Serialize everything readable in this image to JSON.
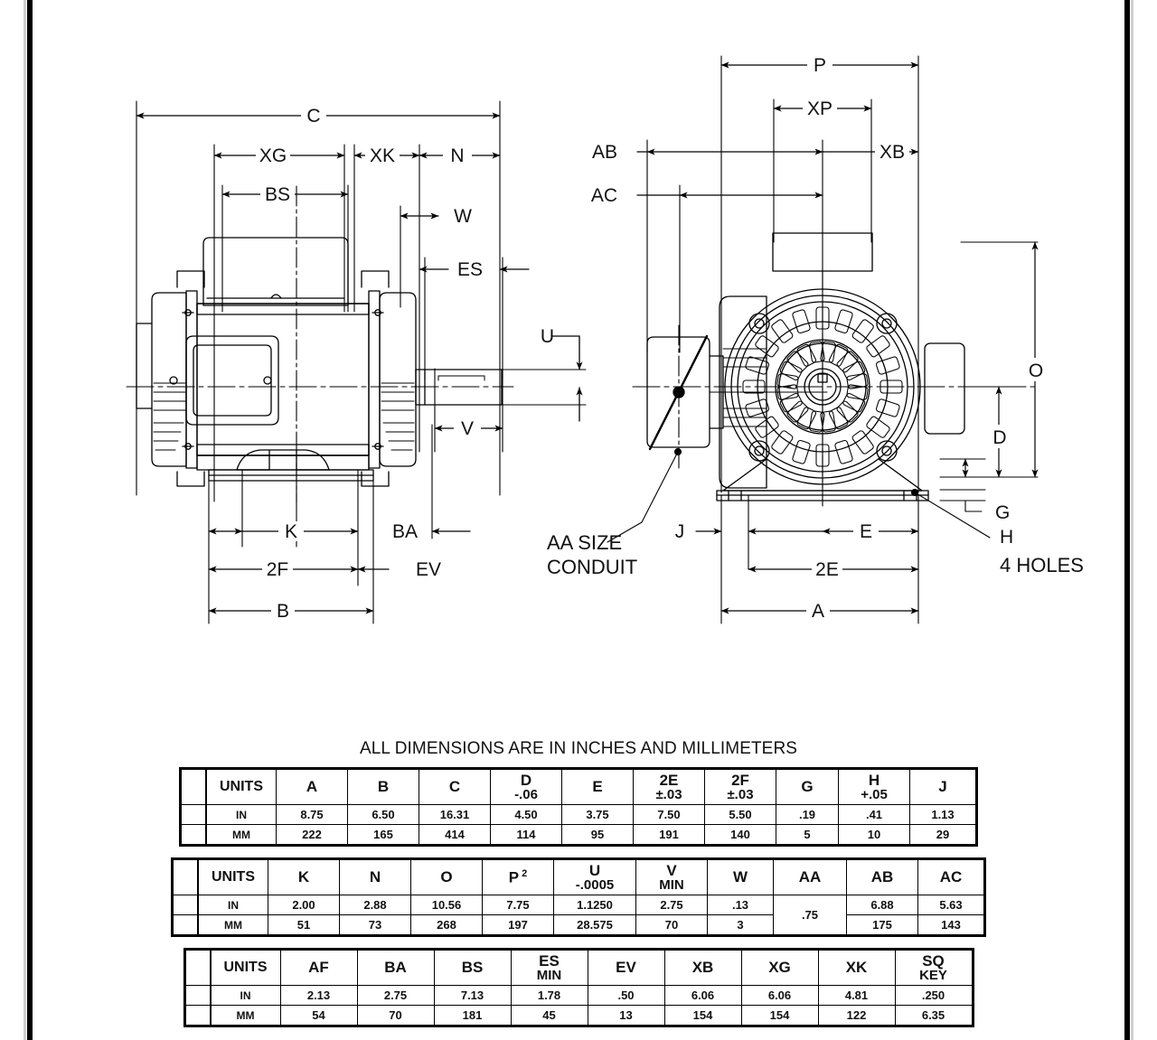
{
  "sheet": {
    "title": "ALL DIMENSIONS ARE IN INCHES AND MILLIMETERS",
    "note_conduit_line1": "AA SIZE",
    "note_conduit_line2": "CONDUIT",
    "note_holes": "4 HOLES"
  },
  "side_view_labels": {
    "c": "C",
    "xg": "XG",
    "xk": "XK",
    "n": "N",
    "bs": "BS",
    "w": "W",
    "es": "ES",
    "u": "U",
    "v": "V",
    "k": "K",
    "ba": "BA",
    "f2": "2F",
    "ev": "EV",
    "b": "B"
  },
  "front_view_labels": {
    "p": "P",
    "xp": "XP",
    "ab": "AB",
    "xb": "XB",
    "ac": "AC",
    "o": "O",
    "d": "D",
    "g": "G",
    "h": "H",
    "j": "J",
    "e": "E",
    "e2": "2E",
    "a": "A"
  },
  "tables": [
    {
      "id": "table-1",
      "headers": [
        {
          "main": "UNITS",
          "sub": ""
        },
        {
          "main": "A",
          "sub": ""
        },
        {
          "main": "B",
          "sub": ""
        },
        {
          "main": "C",
          "sub": ""
        },
        {
          "main": "D",
          "sub": "-.06"
        },
        {
          "main": "E",
          "sub": ""
        },
        {
          "main": "2E",
          "sub": "±.03"
        },
        {
          "main": "2F",
          "sub": "±.03"
        },
        {
          "main": "G",
          "sub": ""
        },
        {
          "main": "H",
          "sub": "+.05"
        },
        {
          "main": "J",
          "sub": ""
        }
      ],
      "rows": [
        {
          "unit": "IN",
          "values": [
            "8.75",
            "6.50",
            "16.31",
            "4.50",
            "3.75",
            "7.50",
            "5.50",
            ".19",
            ".41",
            "1.13"
          ]
        },
        {
          "unit": "MM",
          "values": [
            "222",
            "165",
            "414",
            "114",
            "95",
            "191",
            "140",
            "5",
            "10",
            "29"
          ]
        }
      ]
    },
    {
      "id": "table-2",
      "headers": [
        {
          "main": "UNITS",
          "sub": ""
        },
        {
          "main": "K",
          "sub": ""
        },
        {
          "main": "N",
          "sub": ""
        },
        {
          "main": "O",
          "sub": ""
        },
        {
          "main": "P",
          "sup": "2",
          "sub": ""
        },
        {
          "main": "U",
          "sub": "-.0005"
        },
        {
          "main": "V",
          "sub": "MIN"
        },
        {
          "main": "W",
          "sub": ""
        },
        {
          "main": "AA",
          "sub": ""
        },
        {
          "main": "AB",
          "sub": ""
        },
        {
          "main": "AC",
          "sub": ""
        }
      ],
      "rows": [
        {
          "unit": "IN",
          "values": [
            "2.00",
            "2.88",
            "10.56",
            "7.75",
            "1.1250",
            "2.75",
            ".13",
            "",
            "6.88",
            "5.63"
          ]
        },
        {
          "unit": "MM",
          "values": [
            "51",
            "73",
            "268",
            "197",
            "28.575",
            "70",
            "3",
            "",
            "175",
            "143"
          ]
        }
      ],
      "merged": {
        "column": "AA",
        "value": ".75"
      }
    },
    {
      "id": "table-3",
      "headers": [
        {
          "main": "UNITS",
          "sub": ""
        },
        {
          "main": "AF",
          "sub": ""
        },
        {
          "main": "BA",
          "sub": ""
        },
        {
          "main": "BS",
          "sub": ""
        },
        {
          "main": "ES",
          "sub": "MIN"
        },
        {
          "main": "EV",
          "sub": ""
        },
        {
          "main": "XB",
          "sub": ""
        },
        {
          "main": "XG",
          "sub": ""
        },
        {
          "main": "XK",
          "sub": ""
        },
        {
          "main": "SQ",
          "sub": "KEY"
        }
      ],
      "rows": [
        {
          "unit": "IN",
          "values": [
            "2.13",
            "2.75",
            "7.13",
            "1.78",
            ".50",
            "6.06",
            "6.06",
            "4.81",
            ".250"
          ]
        },
        {
          "unit": "MM",
          "values": [
            "54",
            "70",
            "181",
            "45",
            "13",
            "154",
            "154",
            "122",
            "6.35"
          ]
        }
      ]
    }
  ],
  "colors": {
    "line": "#000000",
    "background": "#ffffff",
    "edge_bar": "#000000"
  }
}
